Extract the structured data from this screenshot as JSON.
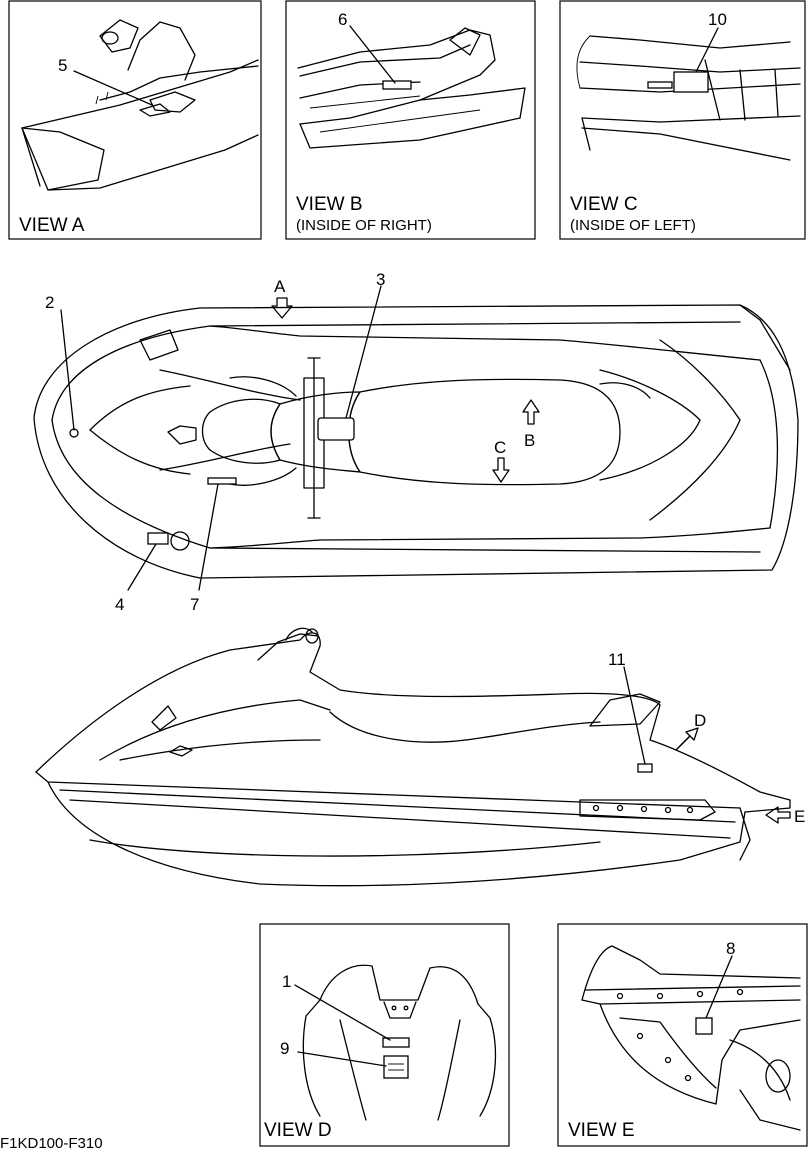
{
  "views": {
    "a": {
      "caption": "VIEW A",
      "sub": ""
    },
    "b": {
      "caption": "VIEW B",
      "sub": "(INSIDE OF RIGHT)"
    },
    "c": {
      "caption": "VIEW C",
      "sub": "(INSIDE OF LEFT)"
    },
    "d": {
      "caption": "VIEW D",
      "sub": ""
    },
    "e": {
      "caption": "VIEW E",
      "sub": ""
    }
  },
  "callouts": {
    "n1": "1",
    "n2": "2",
    "n3": "3",
    "n4": "4",
    "n5": "5",
    "n6": "6",
    "n7": "7",
    "n8": "8",
    "n9": "9",
    "n10": "10",
    "n11": "11"
  },
  "view_arrows": {
    "A": "A",
    "B": "B",
    "C": "C",
    "D": "D",
    "E": "E"
  },
  "figure_code": "F1KD100-F310"
}
